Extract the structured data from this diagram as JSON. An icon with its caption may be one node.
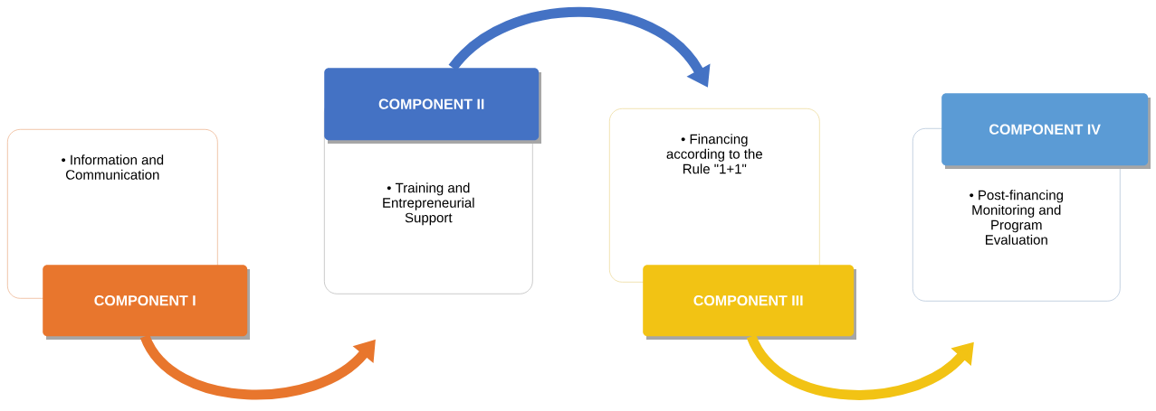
{
  "diagram": {
    "nodes": [
      {
        "text": [
          "• Information and Communication"
        ]
      },
      {
        "text": [
          "COMPONENT I"
        ]
      },
      {
        "text": [
          "COMPONENT II"
        ]
      },
      {
        "text": [
          "• Training and Entrepreneurial Support"
        ]
      },
      {
        "text": [
          "• Financing according to the Rule \"1+1\""
        ]
      },
      {
        "text": [
          "COMPONENT III"
        ]
      },
      {
        "text": [
          "COMPONENT IV"
        ]
      },
      {
        "text": [
          "• Post-financing Monitoring and Program Evaluation"
        ]
      }
    ],
    "edges": [
      {
        "from": 1,
        "to": 3,
        "arrow": "to",
        "color": "#e8762d"
      },
      {
        "from": 2,
        "to": 4,
        "arrow": "to",
        "color": "#4472c4"
      },
      {
        "from": 5,
        "to": 7,
        "arrow": "to",
        "color": "#f2c314"
      }
    ]
  }
}
